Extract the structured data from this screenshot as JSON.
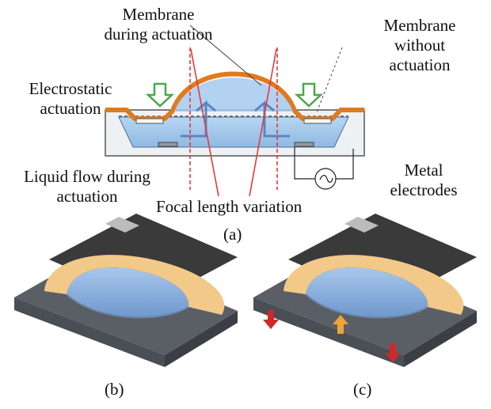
{
  "panel_a": {
    "membrane_during": [
      "Membrane",
      "during actuation"
    ],
    "membrane_without": [
      "Membrane",
      "without",
      "actuation"
    ],
    "electrostatic": [
      "Electrostatic",
      "actuation"
    ],
    "liquid_flow": [
      "Liquid flow during",
      "actuation"
    ],
    "metal_electrodes": [
      "Metal",
      "electrodes"
    ],
    "focal_length": "Focal length variation",
    "caption": "(a)",
    "ac_source_symbol": "~"
  },
  "panel_b": {
    "caption": "(b)"
  },
  "panel_c": {
    "caption": "(c)"
  },
  "colors": {
    "membrane_orange": "#e07a1f",
    "liquid_blue": "#9ec6ea",
    "electrode_yellow": "#f2c988",
    "focal_red": "#e23b3b",
    "arrow_green": "#4aa84a",
    "housing_dark": "#333333",
    "arrow_red": "#cc2a2a",
    "arrow_amber": "#f0a23a"
  }
}
